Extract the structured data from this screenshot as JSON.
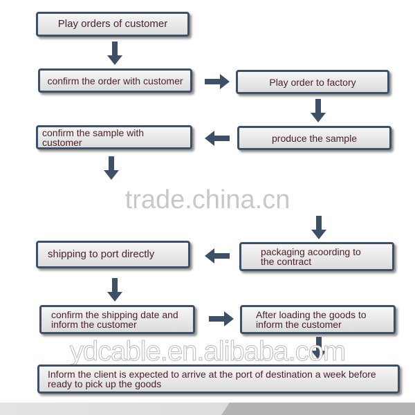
{
  "steps": [
    "Play orders of customer",
    "confirm the order with customer",
    "Play order to factory",
    "produce the sample",
    "confirm the sample with customer",
    "shipping to port directly",
    "packaging acoording to the contract",
    "confirm the shipping date and inform the customer",
    "After loading the goods to inform the customer",
    "Inform the client is expected to arrive at the port of destination a week before ready to pick up the goods"
  ],
  "watermarks": [
    "trade.china.cn",
    "ydcable.en.alibaba.com"
  ],
  "colors": {
    "arrow": "#3d5068",
    "border": "#3d5068",
    "text": "#4a2228"
  }
}
